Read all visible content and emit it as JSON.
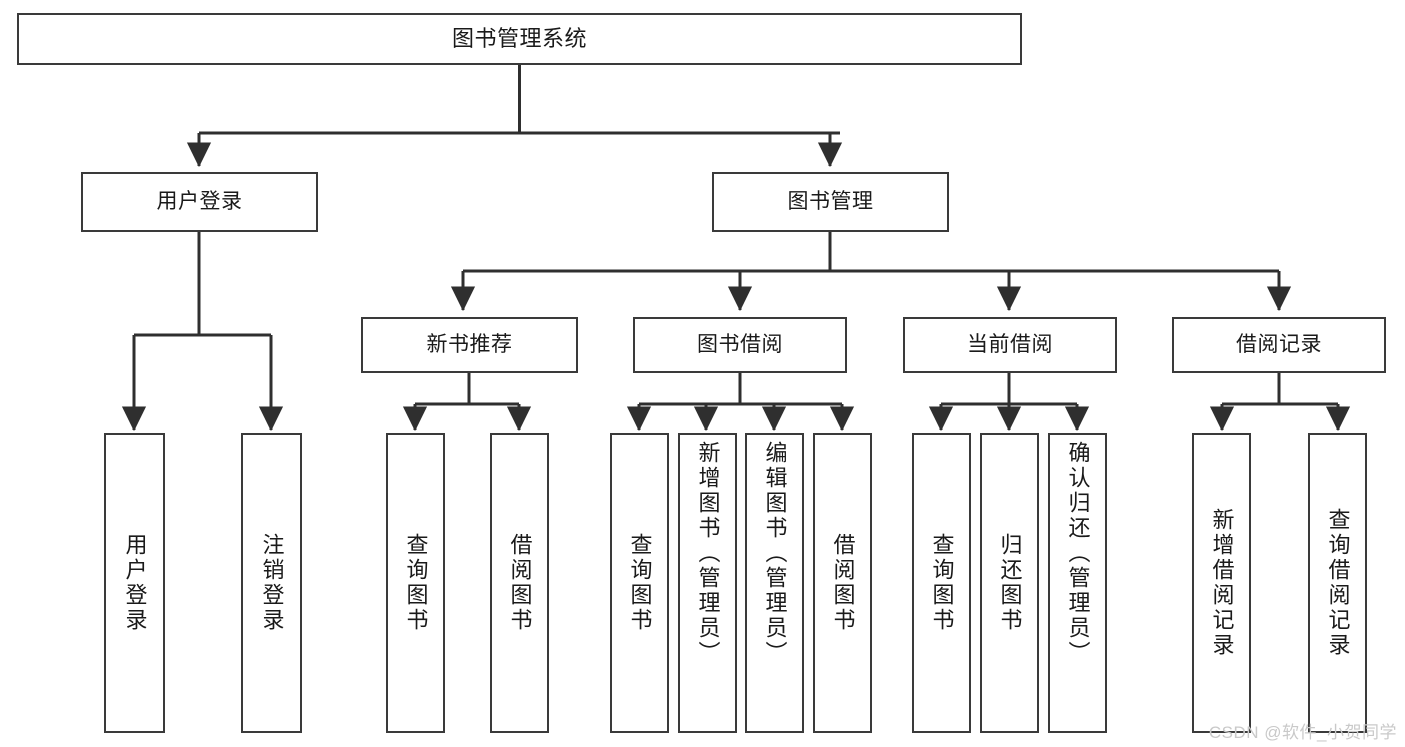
{
  "diagram": {
    "type": "tree-hierarchy",
    "title": "图书管理系统",
    "watermark": "CSDN @软件_小贺同学",
    "colors": {
      "box_border": "#3a3a3a",
      "box_fill": "#ffffff",
      "connector": "#2f2f2f",
      "text": "#1a1a1a",
      "watermark": "#c9c9c9"
    },
    "nodes": {
      "root": {
        "label": "图书管理系统"
      },
      "level1": [
        {
          "id": "user-login",
          "label": "用户登录"
        },
        {
          "id": "book-management",
          "label": "图书管理"
        }
      ],
      "level2": [
        {
          "id": "new-book-recommend",
          "label": "新书推荐"
        },
        {
          "id": "book-borrow",
          "label": "图书借阅"
        },
        {
          "id": "current-borrow",
          "label": "当前借阅"
        },
        {
          "id": "borrow-record",
          "label": "借阅记录"
        }
      ],
      "leaves": {
        "user-login": [
          {
            "id": "leaf-user-login",
            "label": "用户登录"
          },
          {
            "id": "leaf-logout-login",
            "label": "注销登录"
          }
        ],
        "new-book-recommend": [
          {
            "id": "leaf-query-book-1",
            "label": "查询图书"
          },
          {
            "id": "leaf-borrow-book-1",
            "label": "借阅图书"
          }
        ],
        "book-borrow": [
          {
            "id": "leaf-query-book-2",
            "label": "查询图书"
          },
          {
            "id": "leaf-add-book-admin",
            "label": "新增图书（管理员）"
          },
          {
            "id": "leaf-edit-book-admin",
            "label": "编辑图书（管理员）"
          },
          {
            "id": "leaf-borrow-book-2",
            "label": "借阅图书"
          }
        ],
        "current-borrow": [
          {
            "id": "leaf-query-book-3",
            "label": "查询图书"
          },
          {
            "id": "leaf-return-book",
            "label": "归还图书"
          },
          {
            "id": "leaf-confirm-return-admin",
            "label": "确认归还（管理员）"
          }
        ],
        "borrow-record": [
          {
            "id": "leaf-add-borrow-record",
            "label": "新增借阅记录"
          },
          {
            "id": "leaf-query-borrow-record",
            "label": "查询借阅记录"
          }
        ]
      }
    }
  }
}
